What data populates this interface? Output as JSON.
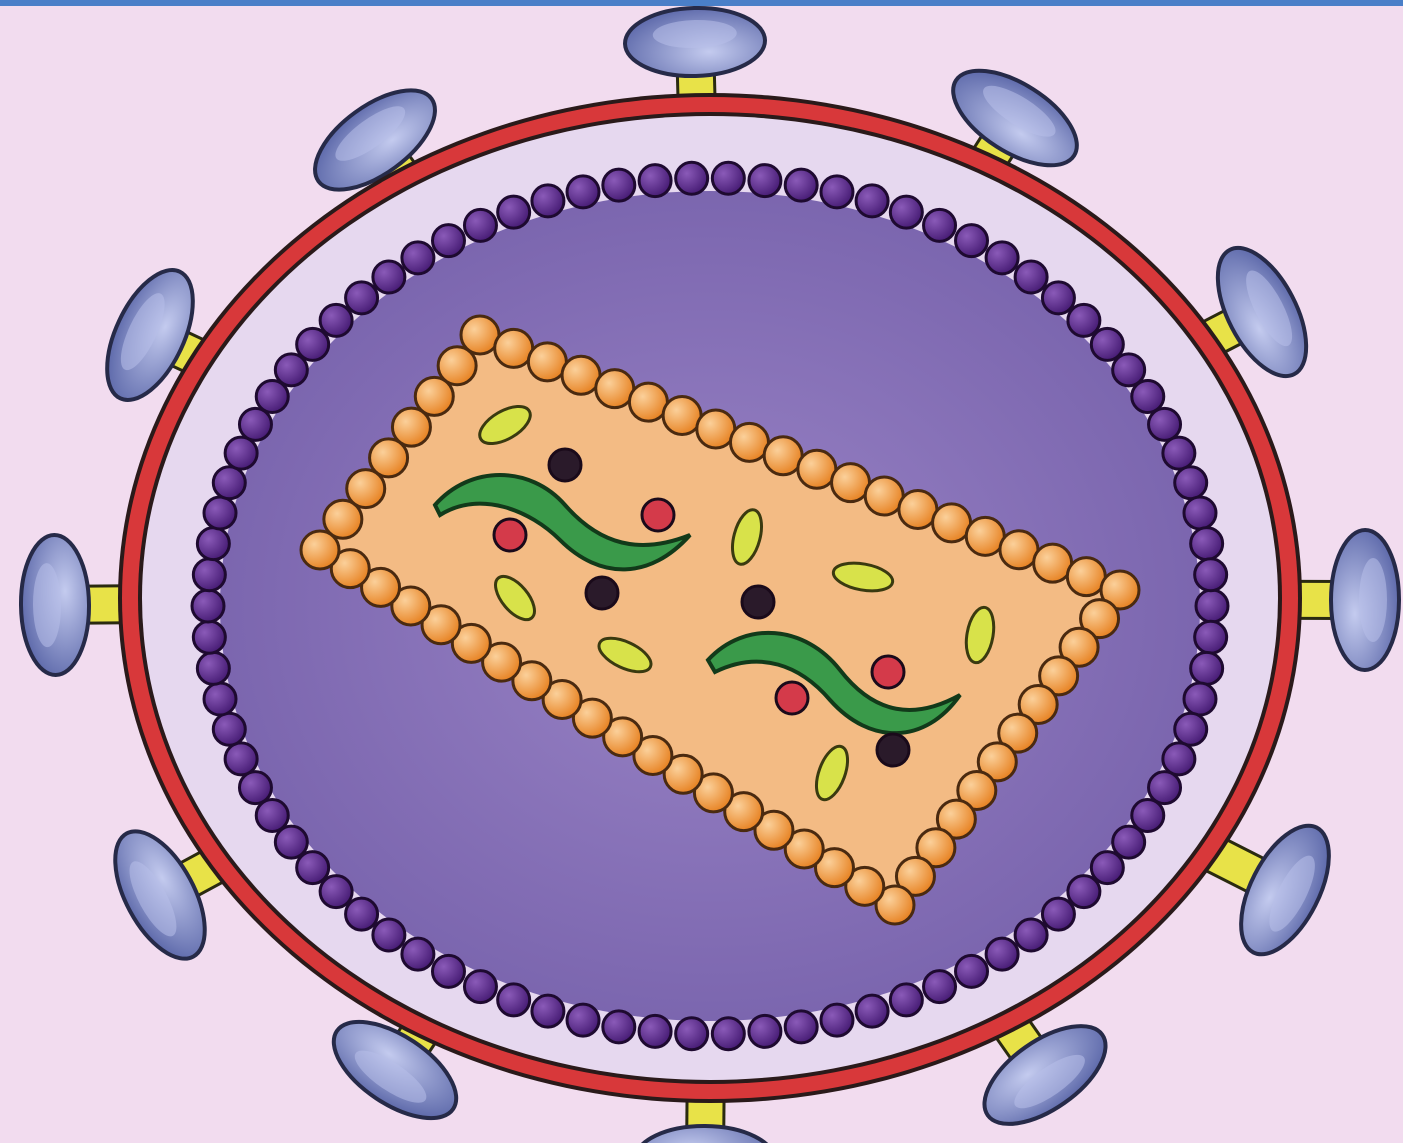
{
  "diagram": {
    "subject": "virus-particle",
    "colors": {
      "background": "#f2dcef",
      "frame_bar": "#4a7fc8",
      "envelope": "#d8383a",
      "envelope_outline": "#2a1a1a",
      "interior_gap": "#e6d8ef",
      "matrix_bead": "#5a2a8a",
      "matrix_bead_highlight": "#8a5ab8",
      "inner_region": "#8a72b8",
      "capsid_fill": "#f3bb84",
      "capsid_bead": "#f0963a",
      "capsid_bead_highlight": "#fbd09a",
      "rna_strand": "#3a9a4a",
      "enzyme_red": "#d43a4a",
      "enzyme_dark": "#2a1a2a",
      "particle_yellow": "#d8e24a",
      "spike_stalk": "#e8e248",
      "spike_cap": "#7a86c8",
      "spike_cap_highlight": "#b8c0ea"
    },
    "parts": [
      "lipid-envelope",
      "envelope-glycoprotein-spikes",
      "matrix-protein-layer",
      "capsid",
      "rna-strands",
      "enzymes"
    ]
  }
}
